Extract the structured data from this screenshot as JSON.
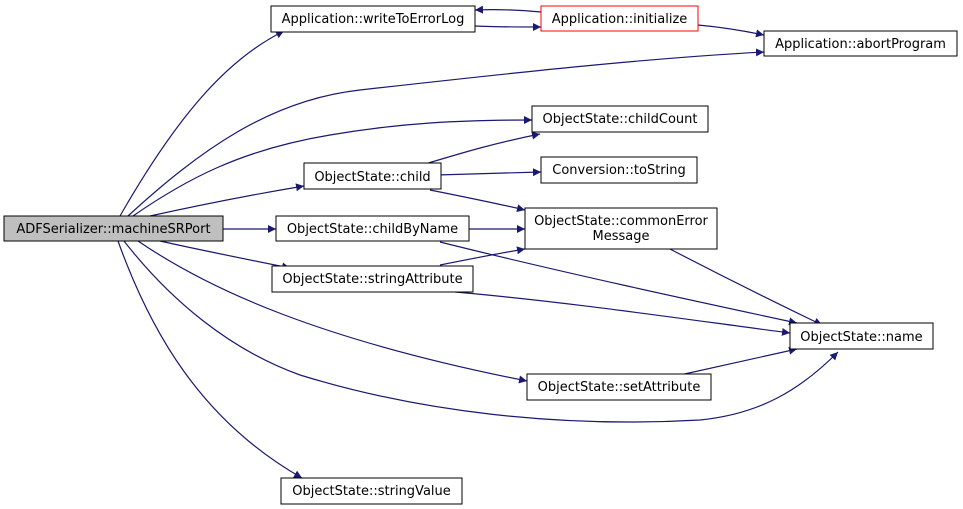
{
  "colors": {
    "node_border": "#000000",
    "node_fill": "#ffffff",
    "root_fill": "#bfbfbf",
    "highlight_border": "#ff0000",
    "edge": "#191970"
  },
  "nodes": {
    "machine_sr_port": {
      "lines": [
        "ADFSerializer::machineSRPort"
      ]
    },
    "write_to_error_log": {
      "lines": [
        "Application::writeToErrorLog"
      ]
    },
    "initialize": {
      "lines": [
        "Application::initialize"
      ]
    },
    "abort_program": {
      "lines": [
        "Application::abortProgram"
      ]
    },
    "child_count": {
      "lines": [
        "ObjectState::childCount"
      ]
    },
    "child": {
      "lines": [
        "ObjectState::child"
      ]
    },
    "to_string": {
      "lines": [
        "Conversion::toString"
      ]
    },
    "common_error_message": {
      "lines": [
        "ObjectState::commonError",
        "Message"
      ]
    },
    "child_by_name": {
      "lines": [
        "ObjectState::childByName"
      ]
    },
    "string_attribute": {
      "lines": [
        "ObjectState::stringAttribute"
      ]
    },
    "name": {
      "lines": [
        "ObjectState::name"
      ]
    },
    "set_attribute": {
      "lines": [
        "ObjectState::setAttribute"
      ]
    },
    "string_value": {
      "lines": [
        "ObjectState::stringValue"
      ]
    }
  }
}
